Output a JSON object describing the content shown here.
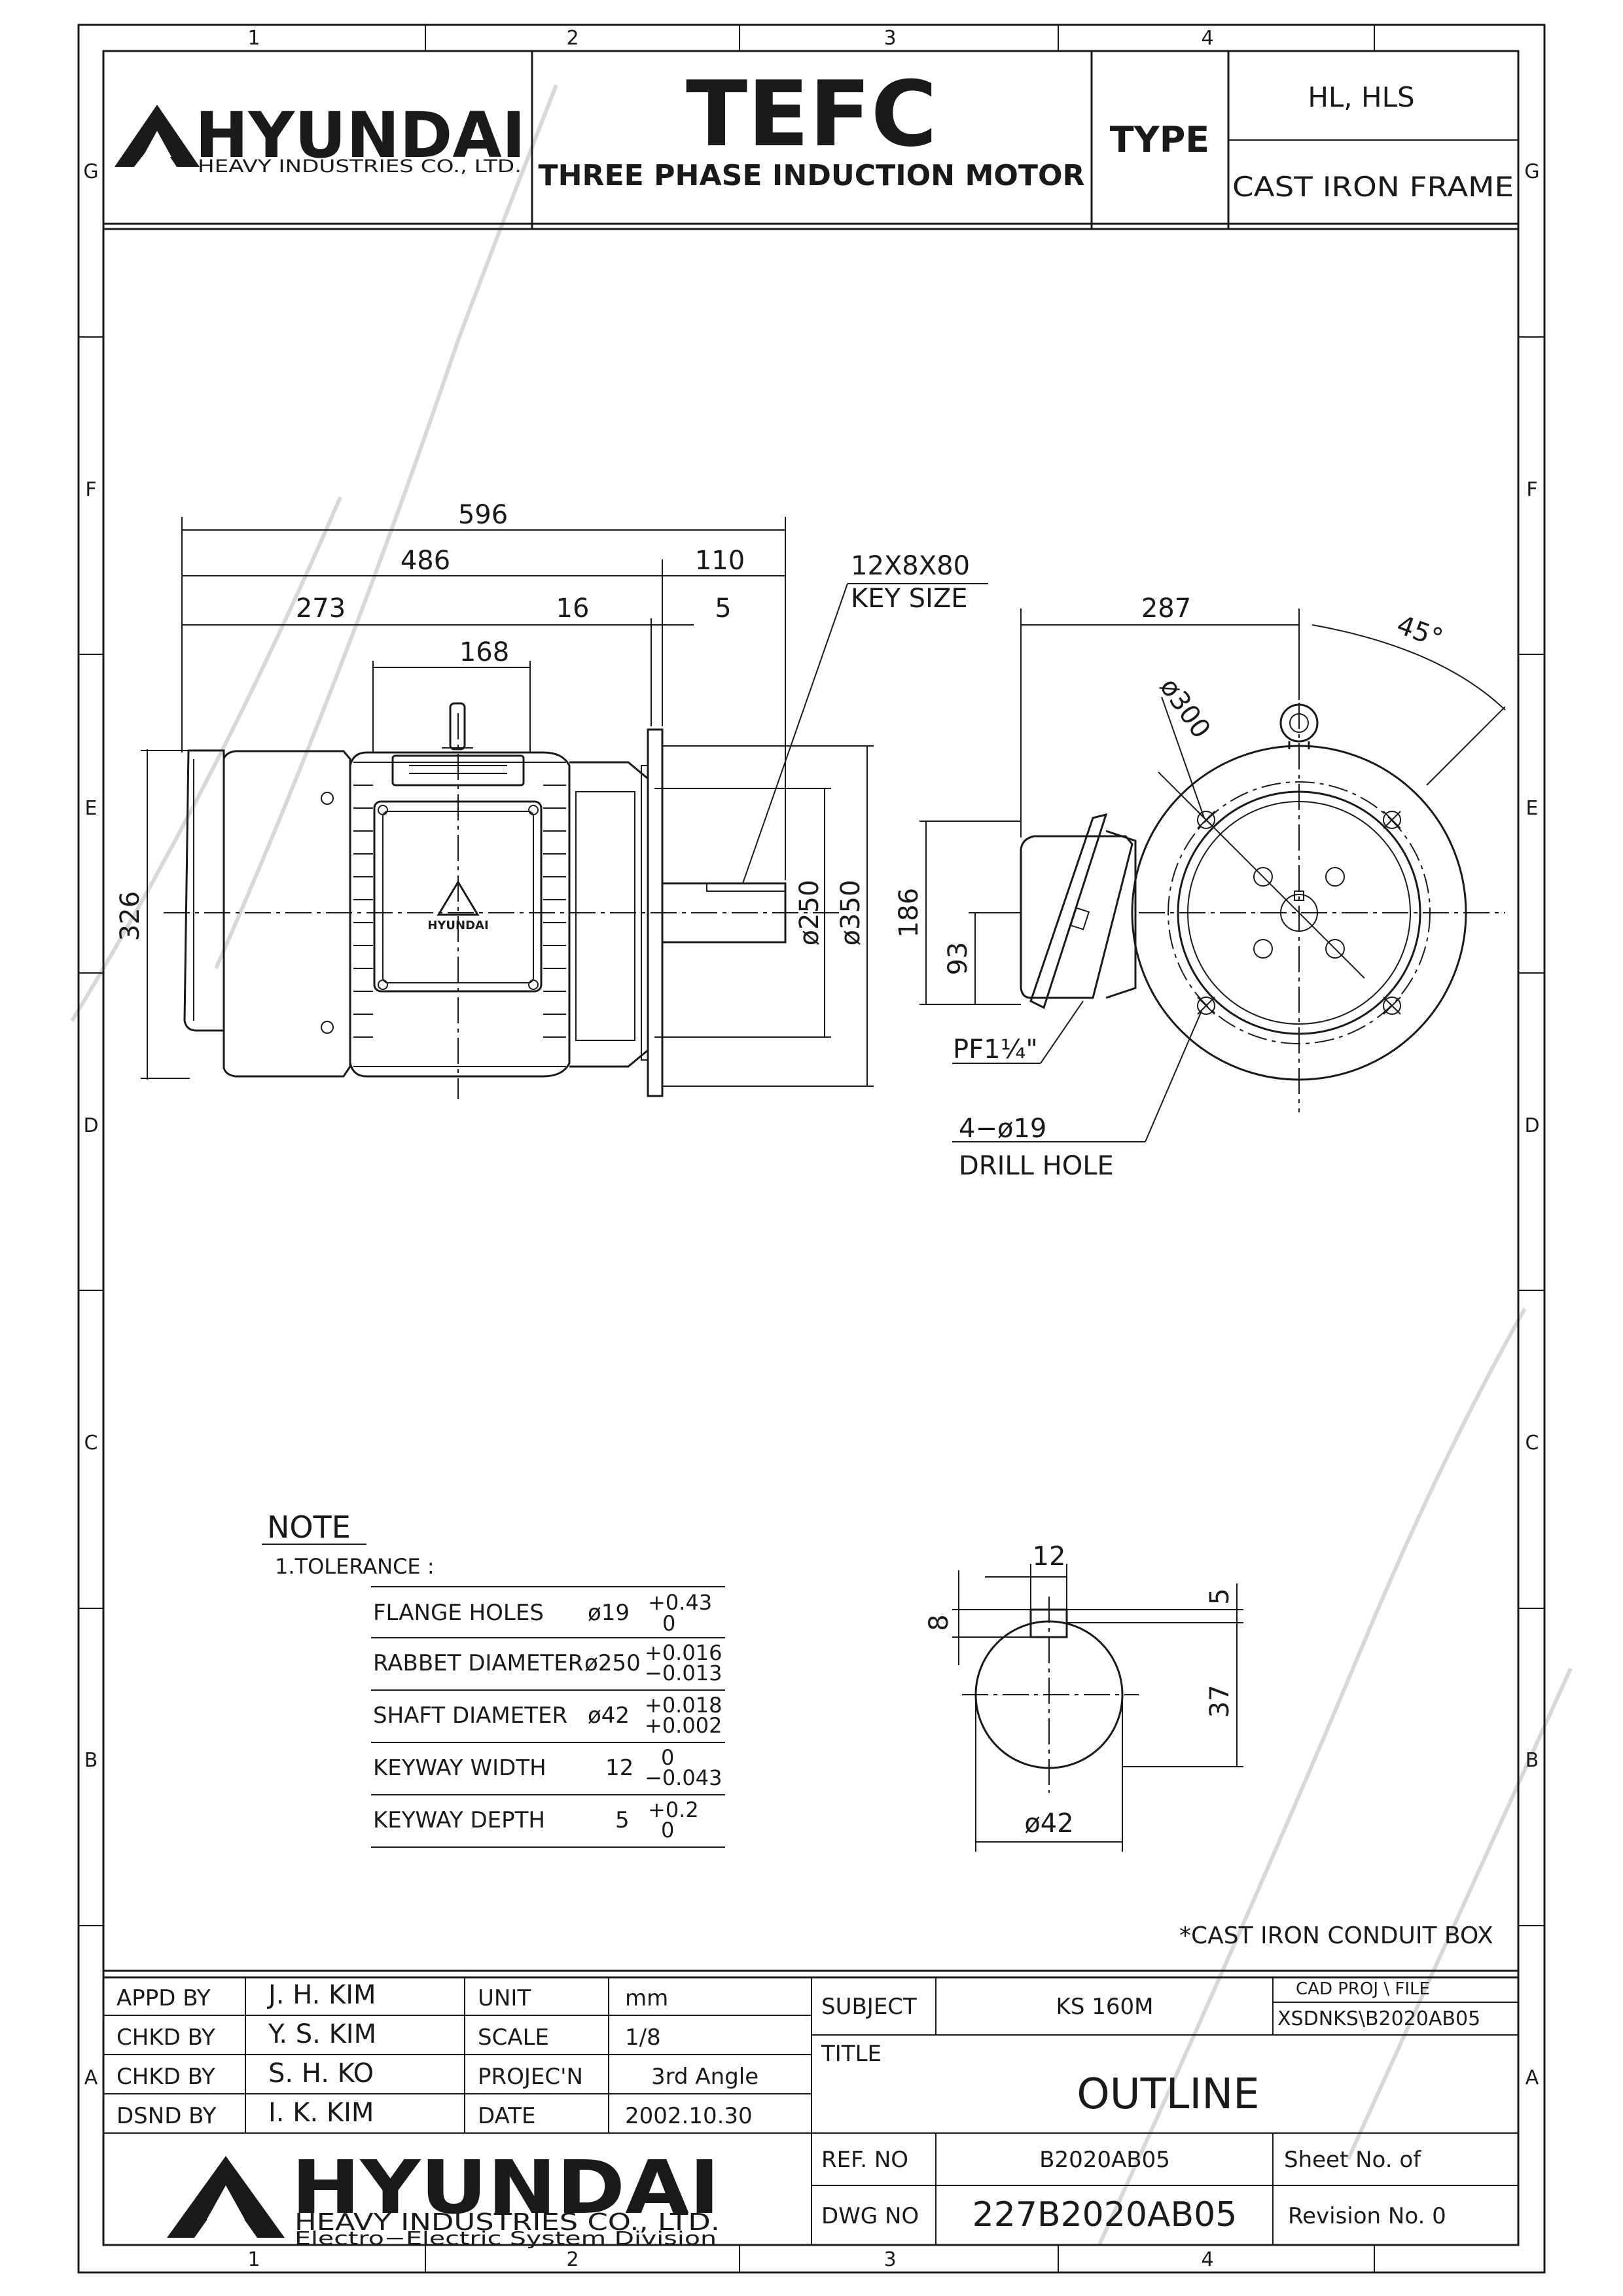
{
  "border": {
    "cols_top": [
      "1",
      "2",
      "3",
      "4"
    ],
    "cols_bottom": [
      "1",
      "2",
      "3",
      "4"
    ],
    "rows_left": [
      "G",
      "F",
      "E",
      "D",
      "C",
      "B",
      "A"
    ],
    "rows_right": [
      "G",
      "F",
      "E",
      "D",
      "C",
      "B",
      "A"
    ]
  },
  "header": {
    "logo_word": "HYUNDAI",
    "logo_sub": "HEAVY  INDUSTRIES  CO.,  LTD.",
    "title_big": "TEFC",
    "title_sub": "THREE PHASE INDUCTION MOTOR",
    "type_label": "TYPE",
    "type_value": "HL,  HLS",
    "frame_value": "CAST  IRON  FRAME"
  },
  "side_view": {
    "dim_596": "596",
    "dim_486": "486",
    "dim_110": "110",
    "dim_273": "273",
    "dim_16": "16",
    "dim_5": "5",
    "dim_168": "168",
    "dim_326": "326",
    "dim_250": "ø250",
    "dim_350": "ø350",
    "key_size_1": "12X8X80",
    "key_size_2": "KEY  SIZE",
    "logo_mark": "HYUNDAI"
  },
  "end_view": {
    "dim_287": "287",
    "dim_45": "45°",
    "dim_300": "ø300",
    "dim_186": "186",
    "dim_93": "93",
    "pf": "PF1¼\"",
    "holes_1": "4−ø19",
    "holes_2": "DRILL  HOLE"
  },
  "shaft_section": {
    "dim_12": "12",
    "dim_5": "5",
    "dim_8": "8",
    "dim_37": "37",
    "dim_42": "ø42"
  },
  "note": {
    "title": "NOTE",
    "line1": "1.TOLERANCE  :",
    "rows": [
      {
        "label": "FLANGE  HOLES",
        "nominal": "ø19",
        "upper": "+0.43",
        "lower": "0"
      },
      {
        "label": "RABBET  DIAMETER",
        "nominal": "ø250",
        "upper": "+0.016",
        "lower": "−0.013"
      },
      {
        "label": "SHAFT  DIAMETER",
        "nominal": "ø42",
        "upper": "+0.018",
        "lower": "+0.002"
      },
      {
        "label": "KEYWAY  WIDTH",
        "nominal": "12",
        "upper": "0",
        "lower": "−0.043"
      },
      {
        "label": "KEYWAY  DEPTH",
        "nominal": "5",
        "upper": "+0.2",
        "lower": "0"
      }
    ]
  },
  "conduit_note": "*CAST  IRON  CONDUIT  BOX",
  "title_block": {
    "appd_label": "APPD  BY",
    "appd_value": "J.  H.  KIM",
    "chkd1_label": "CHKD  BY",
    "chkd1_value": "Y.  S.  KIM",
    "chkd2_label": "CHKD  BY",
    "chkd2_value": "S.  H.  KO",
    "dsnd_label": "DSND  BY",
    "dsnd_value": "I.  K.  KIM",
    "unit_label": "UNIT",
    "unit_value": "mm",
    "scale_label": "SCALE",
    "scale_value": "1/8",
    "proj_label": "PROJEC'N",
    "proj_value": "3rd  Angle",
    "date_label": "DATE",
    "date_value": "2002.10.30",
    "subject_label": "SUBJECT",
    "subject_value": "KS 160M",
    "cad_label": "CAD  PROJ      \\  FILE",
    "cad_value": "XSDNKS\\B2020AB05",
    "title_label": "TITLE",
    "title_value": "OUTLINE",
    "ref_label": "REF. NO",
    "ref_value": "B2020AB05",
    "sheet_label": "Sheet No.      of",
    "dwg_label": "DWG  NO",
    "dwg_value": "227B2020AB05",
    "revision_label": "Revision No.    0",
    "logo_word": "HYUNDAI",
    "logo_sub1": "HEAVY  INDUSTRIES  CO.,  LTD.",
    "logo_sub2": "Electro−Electric  System  Division"
  }
}
